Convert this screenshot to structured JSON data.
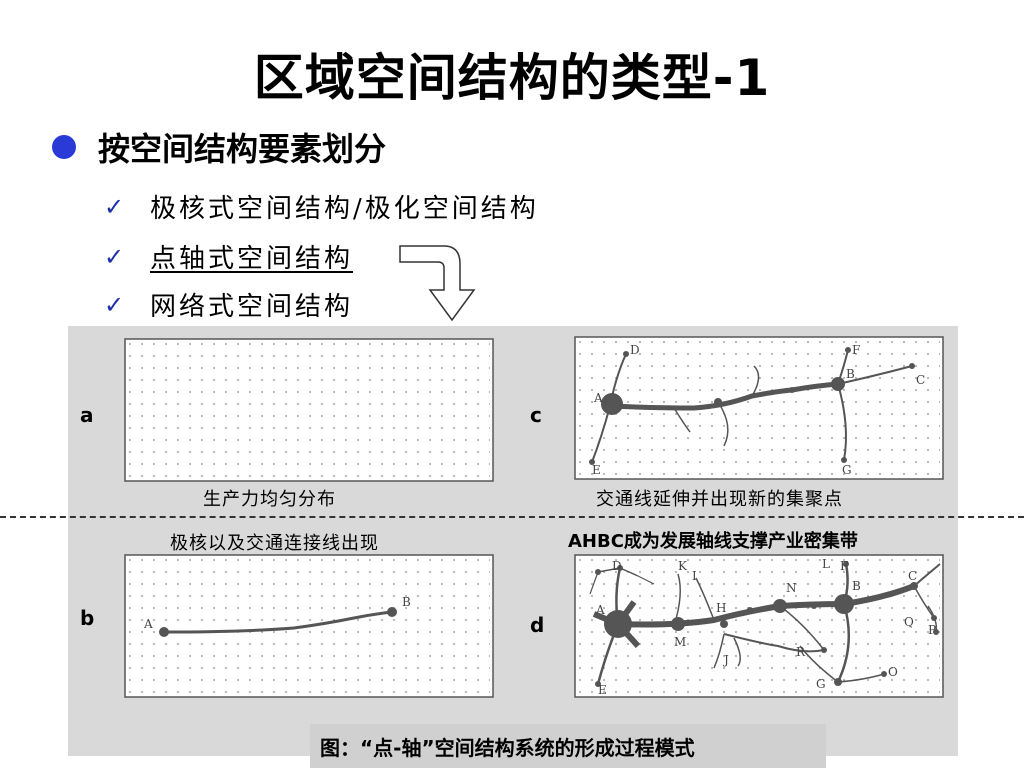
{
  "slide": {
    "title": "区域空间结构的类型-1",
    "bullet": "按空间结构要素划分",
    "items": [
      {
        "text": "极核式空间结构/极化空间结构"
      },
      {
        "text": "点轴式空间结构"
      },
      {
        "text": "网络式空间结构"
      }
    ]
  },
  "figure": {
    "panels": {
      "a": {
        "letter": "a",
        "caption": "生产力均匀分布"
      },
      "b": {
        "letter": "b",
        "caption": "极核以及交通连接线出现",
        "labels": [
          "A",
          "B"
        ]
      },
      "c": {
        "letter": "c",
        "caption": "交通线延伸并出现新的集聚点",
        "labels": [
          "A",
          "B",
          "C",
          "D",
          "E",
          "F",
          "G"
        ]
      },
      "d": {
        "letter": "d",
        "caption": "AHBC成为发展轴线支撑产业密集带",
        "labels": [
          "A",
          "B",
          "C",
          "D",
          "E",
          "F",
          "G",
          "H",
          "I",
          "J",
          "K",
          "L",
          "M",
          "N",
          "O",
          "P",
          "Q",
          "R"
        ]
      }
    },
    "caption": "图：“点-轴”空间结构系统的形成过程模式"
  },
  "colors": {
    "bullet": "#2a3ad6",
    "check": "#1d2fa8",
    "panel_bg": "#d9d9d9"
  }
}
